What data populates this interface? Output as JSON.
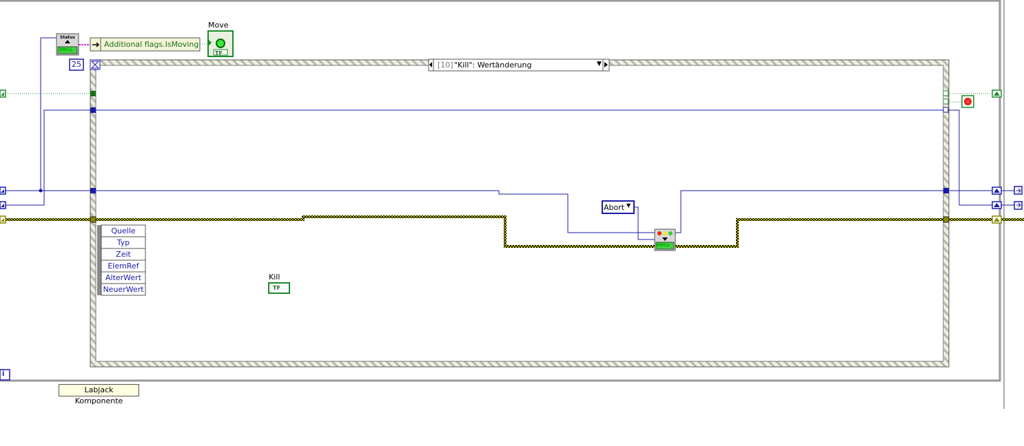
{
  "indicator": {
    "label": "Move",
    "text": "TF"
  },
  "control": {
    "label": "Kill",
    "text": "TF"
  },
  "property_node": {
    "text": "Additional flags.IsMoving"
  },
  "loop_count": "25",
  "case_structure": {
    "index": "[10]",
    "label": "\"Kill\": Wertänderung",
    "arrow": "▼"
  },
  "enum_constant": {
    "value": "Abort",
    "arrow": "▼"
  },
  "status_node": {
    "top": "Status",
    "bottom": "EMCo"
  },
  "emc_node": {
    "bottom": "EMCo"
  },
  "event_data_node": {
    "items": [
      "Quelle",
      "Typ",
      "Zeit",
      "ElemRef",
      "AlterWert",
      "NeuerWert"
    ]
  },
  "tooltip": "Labjack Komponente",
  "info_icon": "i",
  "colors": {
    "frame": "#999999",
    "wire_blue": "#1a1aa8",
    "wire_green": "#1b8a2c",
    "wire_yellow": "#c6c600",
    "wire_pink": "#e03ad0",
    "hatch": "#b8b8a8"
  }
}
